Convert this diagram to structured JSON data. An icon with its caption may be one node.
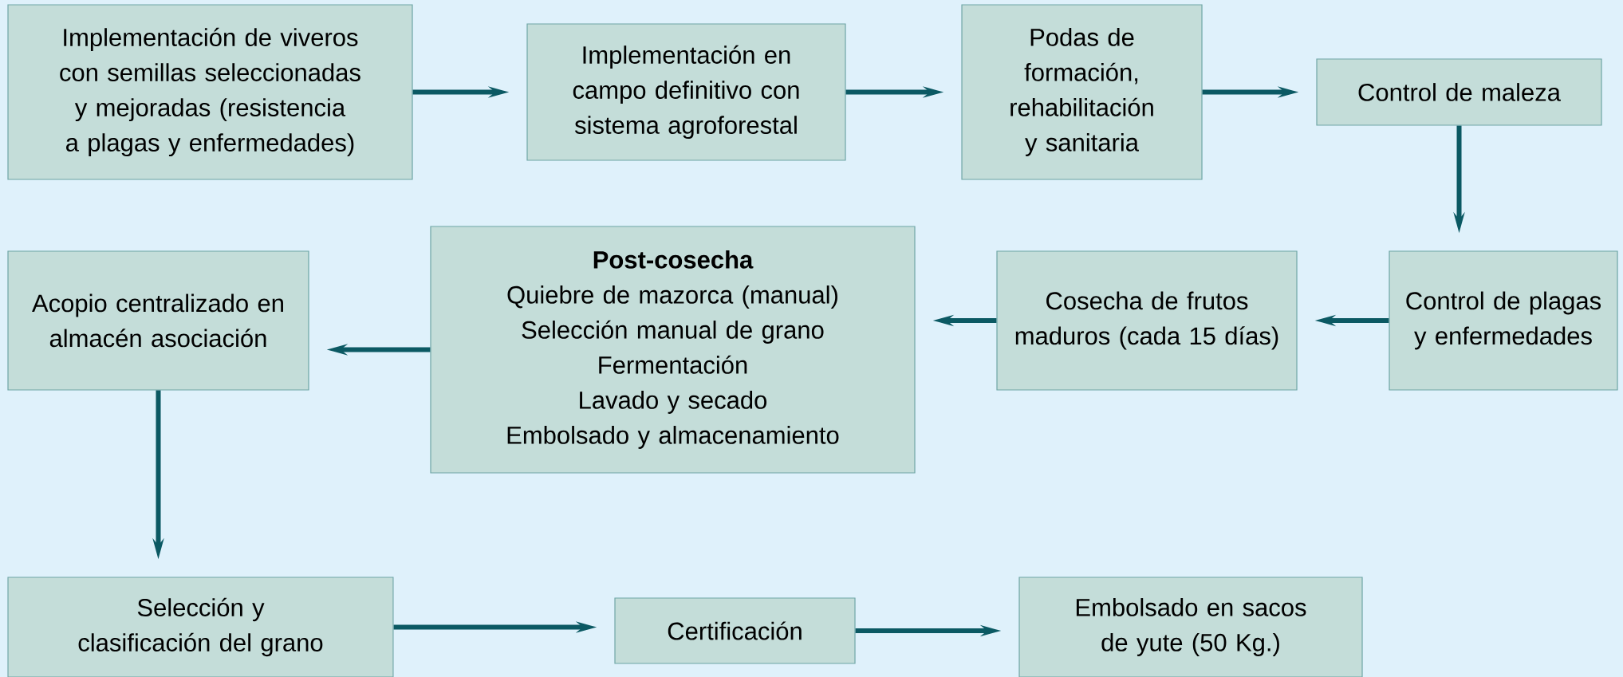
{
  "diagram": {
    "nodes": [
      {
        "text": [
          "Implementación de viveros con semillas seleccionadas y mejoradas (resistencia a plagas y enfermedades)"
        ]
      },
      {
        "text": [
          "Implementación en campo definitivo con sistema agroforestal"
        ]
      },
      {
        "text": [
          "Podas de formación, rehabilitación y sanitaria"
        ]
      },
      {
        "text": [
          "Control de maleza"
        ]
      },
      {
        "text": [
          "Control de plagas y enfermedades"
        ]
      },
      {
        "text": [
          "Cosecha de frutos maduros (cada 15 días)"
        ]
      },
      {
        "text": [
          "Post-cosecha",
          "Quiebre de mazorca (manual)",
          "Selección manual de grano",
          "Fermentación",
          "Lavado y secado",
          "Embolsado y almacenamiento"
        ]
      },
      {
        "text": [
          "Acopio centralizado en almacén asociación"
        ]
      },
      {
        "text": [
          "Selección y clasificación del grano"
        ]
      },
      {
        "text": [
          "Certificación"
        ]
      },
      {
        "text": [
          "Embolsado en sacos de yute (50 Kg.)"
        ]
      }
    ],
    "edges": [
      {
        "from": 0,
        "to": 1,
        "arrow": "to"
      },
      {
        "from": 1,
        "to": 2,
        "arrow": "to"
      },
      {
        "from": 2,
        "to": 3,
        "arrow": "to"
      },
      {
        "from": 3,
        "to": 4,
        "arrow": "to"
      },
      {
        "from": 4,
        "to": 5,
        "arrow": "to"
      },
      {
        "from": 5,
        "to": 6,
        "arrow": "to"
      },
      {
        "from": 6,
        "to": 7,
        "arrow": "to"
      },
      {
        "from": 7,
        "to": 8,
        "arrow": "to"
      },
      {
        "from": 8,
        "to": 9,
        "arrow": "to"
      },
      {
        "from": 9,
        "to": 10,
        "arrow": "to"
      }
    ]
  }
}
